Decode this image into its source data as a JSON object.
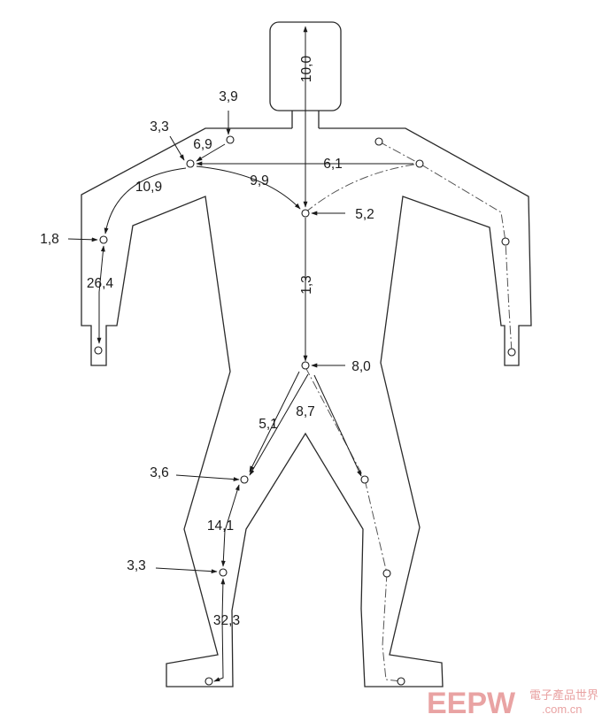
{
  "labels": {
    "head_height": "10,0",
    "shoulder_top": "3,9",
    "shoulder_left": "3,3",
    "shoulder_width_small": "6,9",
    "shoulder_span": "6,1",
    "upper_arm": "10,9",
    "clavicle": "9,9",
    "neck_joint": "5,2",
    "elbow": "1,8",
    "forearm": "26,4",
    "torso": "1,3",
    "hip": "8,0",
    "hip_to_knee_a": "5,1",
    "hip_to_knee_b": "8,7",
    "knee": "3,6",
    "shin": "14,1",
    "ankle": "3,3",
    "lower_leg": "32,3"
  },
  "watermark": {
    "brand": "EEPW",
    "cn": "電子產品世界",
    "url": ".com.cn"
  },
  "colors": {
    "line": "#1a1a1a",
    "watermark": "#e9a3a3"
  }
}
